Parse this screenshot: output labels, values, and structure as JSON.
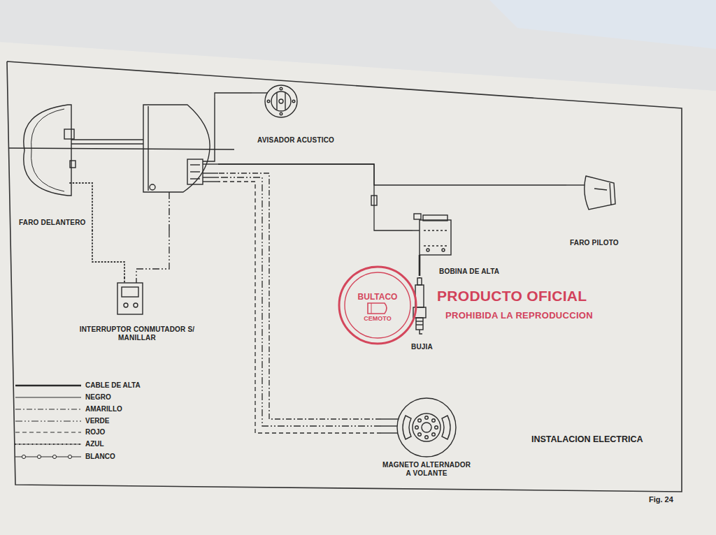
{
  "diagram": {
    "title": "INSTALACION ELECTRICA",
    "caption": "Fig. 24",
    "nodes": [
      {
        "text": [
          "FARO DELANTERO"
        ]
      },
      {
        "text": [
          "AVISADOR ACUSTICO"
        ]
      },
      {
        "text": [
          "FARO PILOTO"
        ]
      },
      {
        "text": [
          "BOBINA DE ALTA"
        ]
      },
      {
        "text": [
          "BUJIA"
        ]
      },
      {
        "text": [
          "INTERRUPTOR CONMUTADOR S/ MANILLAR"
        ]
      },
      {
        "text": [
          "MAGNETO ALTERNADOR A VOLANTE"
        ]
      }
    ],
    "edges": [
      {
        "from": 6,
        "to": 0,
        "arrow": "none"
      },
      {
        "from": 6,
        "to": 0,
        "arrow": "none"
      },
      {
        "from": 6,
        "to": 0,
        "arrow": "none"
      },
      {
        "from": 0,
        "to": 1,
        "arrow": "none"
      },
      {
        "from": 0,
        "to": 2,
        "arrow": "none"
      },
      {
        "from": 0,
        "to": 5,
        "arrow": "none"
      },
      {
        "from": 0,
        "to": 5,
        "arrow": "none"
      },
      {
        "from": 3,
        "to": 4,
        "arrow": "none"
      },
      {
        "from": 3,
        "to": 0,
        "arrow": "none"
      }
    ],
    "labels": [
      "BULTACO",
      "CEMOTO",
      "PRODUCTO OFICIAL",
      "PROHIBIDA LA REPRODUCCION"
    ],
    "legend": [
      {
        "text": "CABLE DE ALTA"
      },
      {
        "text": "NEGRO"
      },
      {
        "text": "AMARILLO"
      },
      {
        "text": "VERDE"
      },
      {
        "text": "ROJO"
      },
      {
        "text": "AZUL"
      },
      {
        "text": "BLANCO"
      }
    ]
  }
}
